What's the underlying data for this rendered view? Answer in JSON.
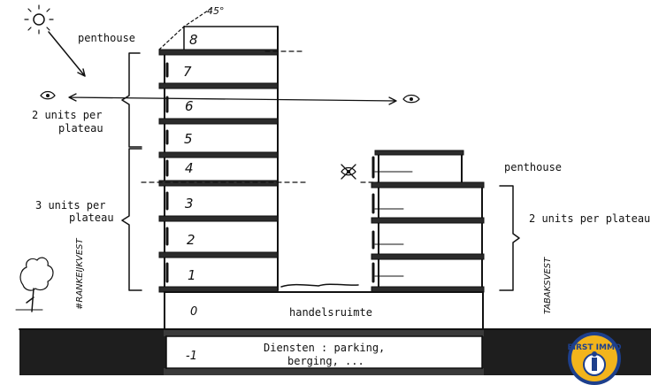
{
  "labels": {
    "sun_angle": "45°",
    "penthouse_left": "penthouse",
    "units_left_upper": [
      "2 units per",
      "plateau"
    ],
    "units_left_lower": [
      "3 units per",
      "plateau"
    ],
    "penthouse_right": "penthouse",
    "units_right": "2 units per plateau",
    "ground_floor": "handelsruimte",
    "basement": [
      "Diensten :  parking,",
      "berging, ..."
    ],
    "street_left": "#RANKEIJKVEST",
    "street_right": "TABAKSVEST"
  },
  "floors_left": [
    "8",
    "7",
    "6",
    "5",
    "4",
    "3",
    "2",
    "1"
  ],
  "level_ground": "0",
  "level_basement": "-1",
  "logo": {
    "text": "FIRST IMMO",
    "color": "#f2b41c",
    "ring": "#1d3f8c"
  },
  "icons": [
    "sun-icon",
    "eye-icon",
    "crossed-eye-icon",
    "tree-icon"
  ]
}
